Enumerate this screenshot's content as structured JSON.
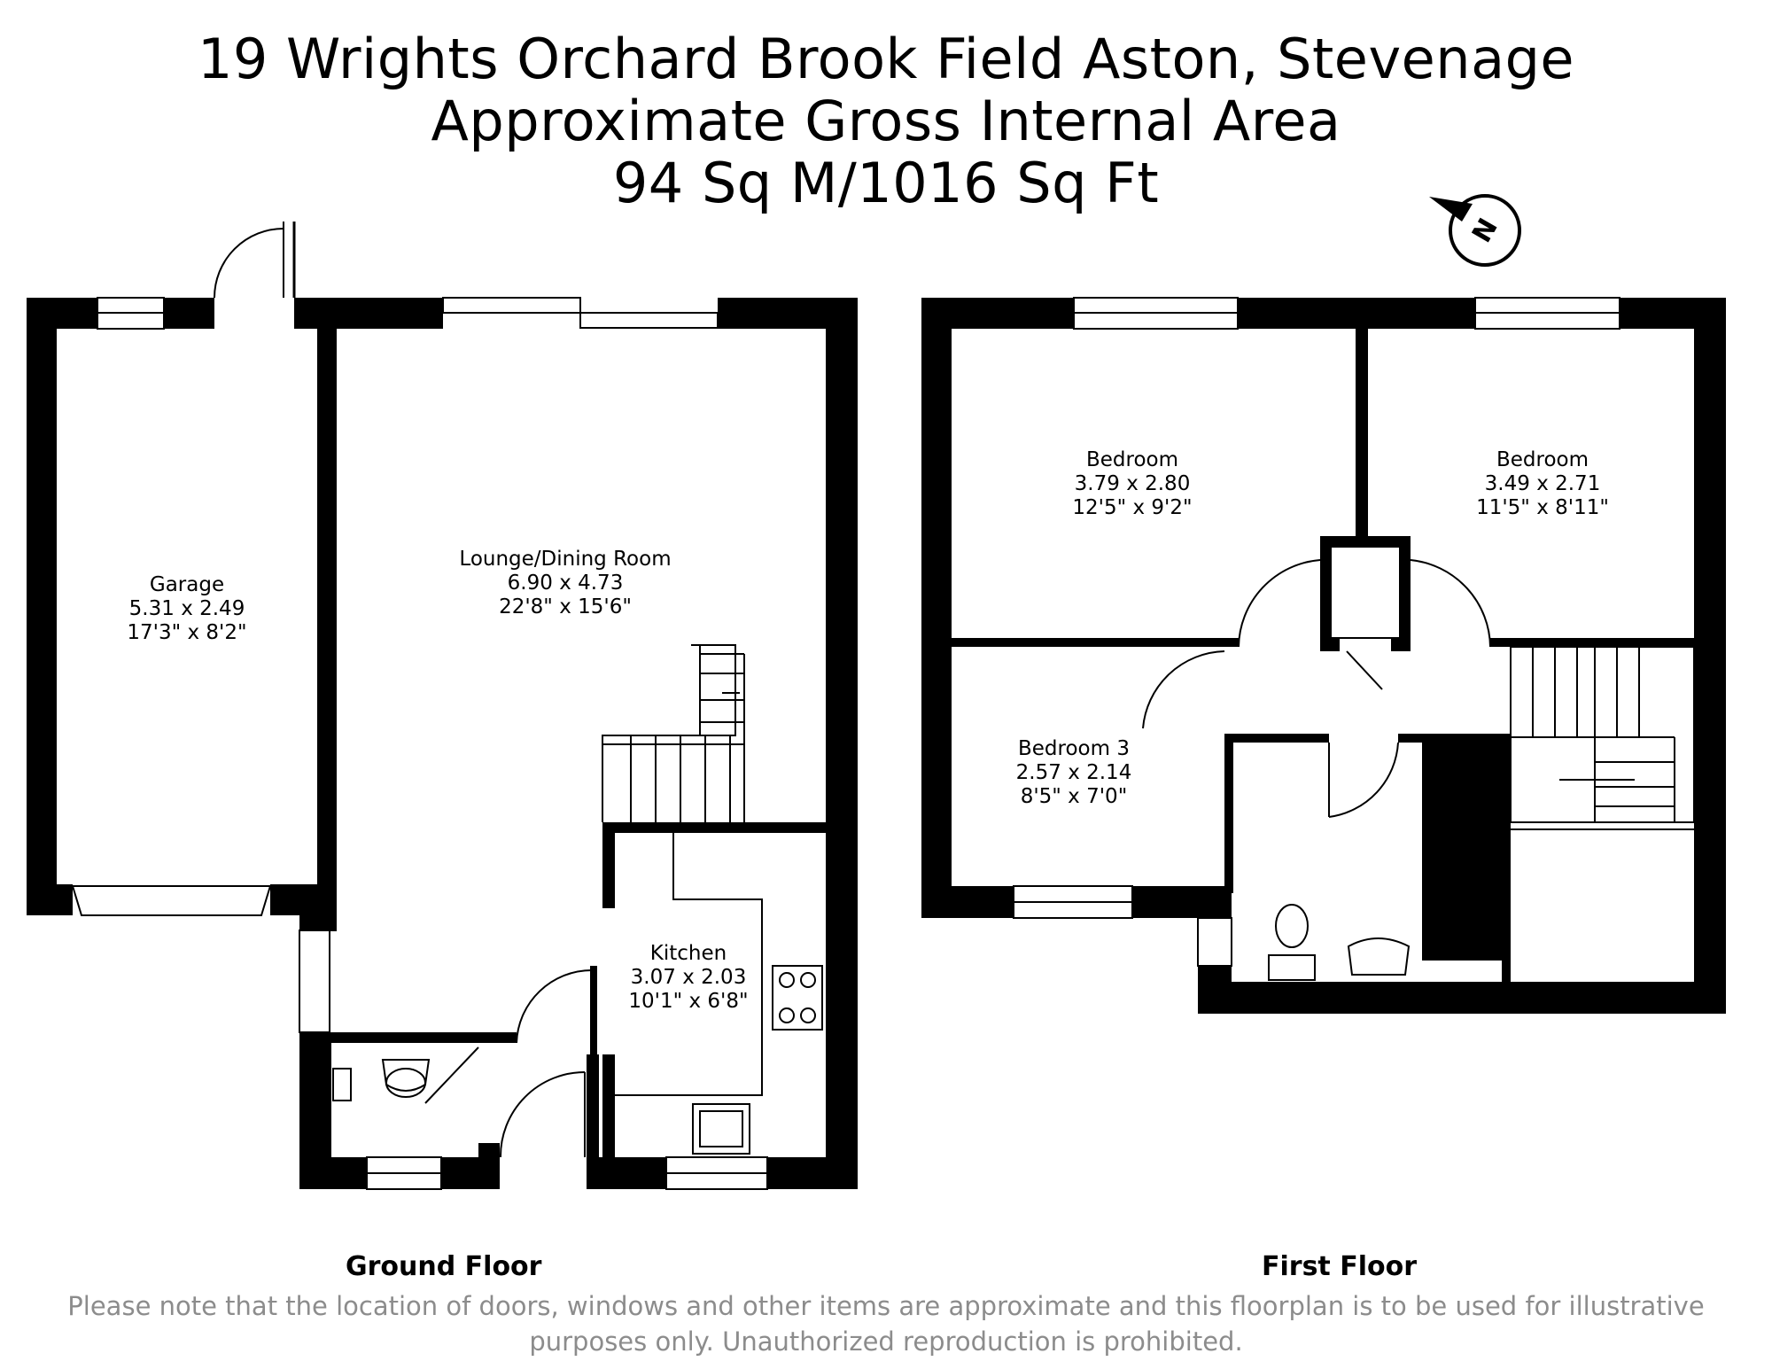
{
  "header": {
    "line1": "19 Wrights Orchard Brook Field Aston, Stevenage",
    "line2": "Approximate Gross Internal Area",
    "line3": "94 Sq M/1016 Sq Ft"
  },
  "compass": {
    "letter": "N"
  },
  "ground_floor": {
    "label": "Ground Floor",
    "rooms": [
      {
        "name": "Garage",
        "metric": "5.31 x 2.49",
        "imperial": "17'3\" x 8'2\""
      },
      {
        "name": "Lounge/Dining Room",
        "metric": "6.90 x 4.73",
        "imperial": "22'8\" x 15'6\""
      },
      {
        "name": "Kitchen",
        "metric": "3.07 x 2.03",
        "imperial": "10'1\" x 6'8\""
      }
    ]
  },
  "first_floor": {
    "label": "First Floor",
    "rooms": [
      {
        "name": "Bedroom",
        "metric": "3.79 x 2.80",
        "imperial": "12'5\" x 9'2\""
      },
      {
        "name": "Bedroom",
        "metric": "3.49 x 2.71",
        "imperial": "11'5\" x 8'11\""
      },
      {
        "name": "Bedroom 3",
        "metric": "2.57 x 2.14",
        "imperial": "8'5\" x 7'0\""
      }
    ]
  },
  "disclaimer": {
    "line1": "Please note that the location of doors, windows and other items are approximate and this floorplan is to be used for illustrative",
    "line2": "purposes only. Unauthorized reproduction is prohibited."
  }
}
